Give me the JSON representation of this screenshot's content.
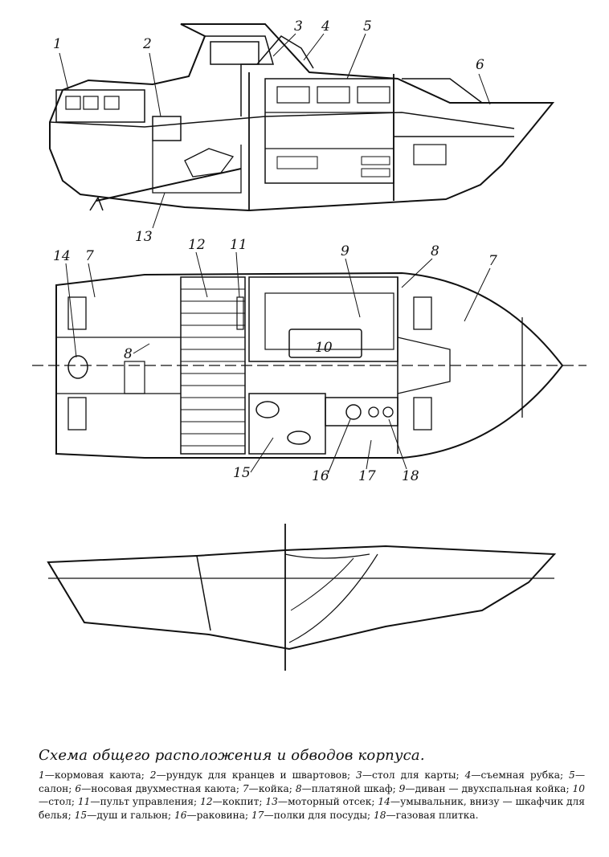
{
  "labels": {
    "side": [
      "1",
      "2",
      "3",
      "4",
      "5",
      "6",
      "13"
    ],
    "plan": [
      "14",
      "7",
      "12",
      "11",
      "9",
      "8",
      "7",
      "8",
      "10",
      "15",
      "16",
      "17",
      "18"
    ]
  },
  "caption": {
    "title": "Схема общего расположения и обводов корпуса.",
    "legend": [
      {
        "n": "1",
        "t": "кормовая каюта;"
      },
      {
        "n": "2",
        "t": "рундук для кранцев и швартовов;"
      },
      {
        "n": "3",
        "t": "стол для карты;"
      },
      {
        "n": "4",
        "t": "съемная рубка;"
      },
      {
        "n": "5",
        "t": "салон;"
      },
      {
        "n": "6",
        "t": "носовая двухместная каюта;"
      },
      {
        "n": "7",
        "t": "койка;"
      },
      {
        "n": "8",
        "t": "платяной шкаф;"
      },
      {
        "n": "9",
        "t": "диван — двухспальная койка;"
      },
      {
        "n": "10",
        "t": "стол;"
      },
      {
        "n": "11",
        "t": "пульт управления;"
      },
      {
        "n": "12",
        "t": "кокпит;"
      },
      {
        "n": "13",
        "t": "моторный отсек;"
      },
      {
        "n": "14",
        "t": "умывальник, внизу — шкафчик для белья;"
      },
      {
        "n": "15",
        "t": "душ и гальюн;"
      },
      {
        "n": "16",
        "t": "раковина;"
      },
      {
        "n": "17",
        "t": "полки для посуды;"
      },
      {
        "n": "18",
        "t": "газовая плитка."
      }
    ]
  }
}
